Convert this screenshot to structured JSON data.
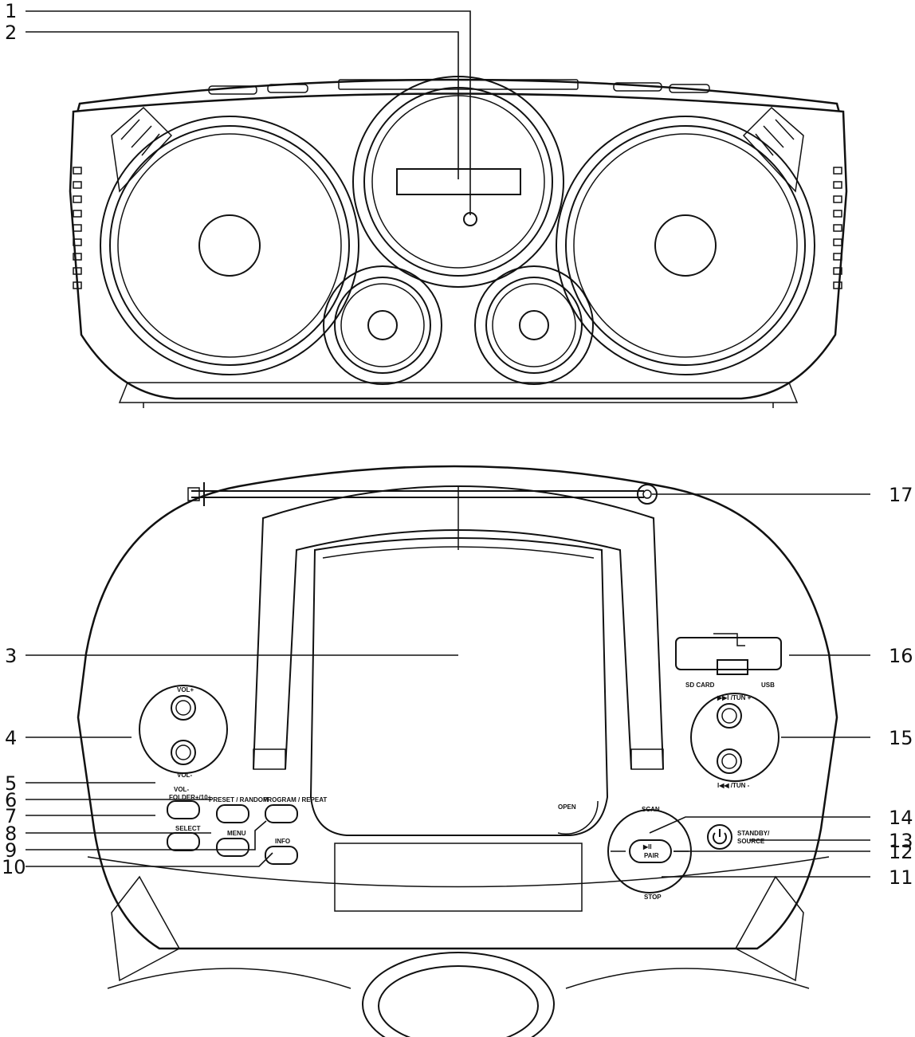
{
  "callouts": {
    "c1": "1",
    "c2": "2",
    "c3": "3",
    "c4": "4",
    "c5": "5",
    "c6": "6",
    "c7": "7",
    "c8": "8",
    "c9": "9",
    "c10": "10",
    "c11": "11",
    "c12": "12",
    "c13": "13",
    "c14": "14",
    "c15": "15",
    "c16": "16",
    "c17": "17"
  },
  "panel_labels": {
    "vol_plus": "VOL+",
    "vol_minus": "VOL-",
    "folder": "FOLDER+/10+",
    "preset": "PRESET / RANDOM",
    "program": "PROGRAM / REPEAT",
    "select": "SELECT",
    "menu": "MENU",
    "info": "INFO",
    "open": "OPEN",
    "scan": "SCAN",
    "pair": "PAIR",
    "play_pause_symbol": "▶II",
    "stop": "STOP",
    "standby": "STANDBY/",
    "source": "SOURCE",
    "sd_card": "SD CARD",
    "usb": "USB",
    "tun_up": "▶▶I /TUN +",
    "tun_down": "I◀◀ /TUN -"
  },
  "icons": {
    "power": "power-icon"
  }
}
